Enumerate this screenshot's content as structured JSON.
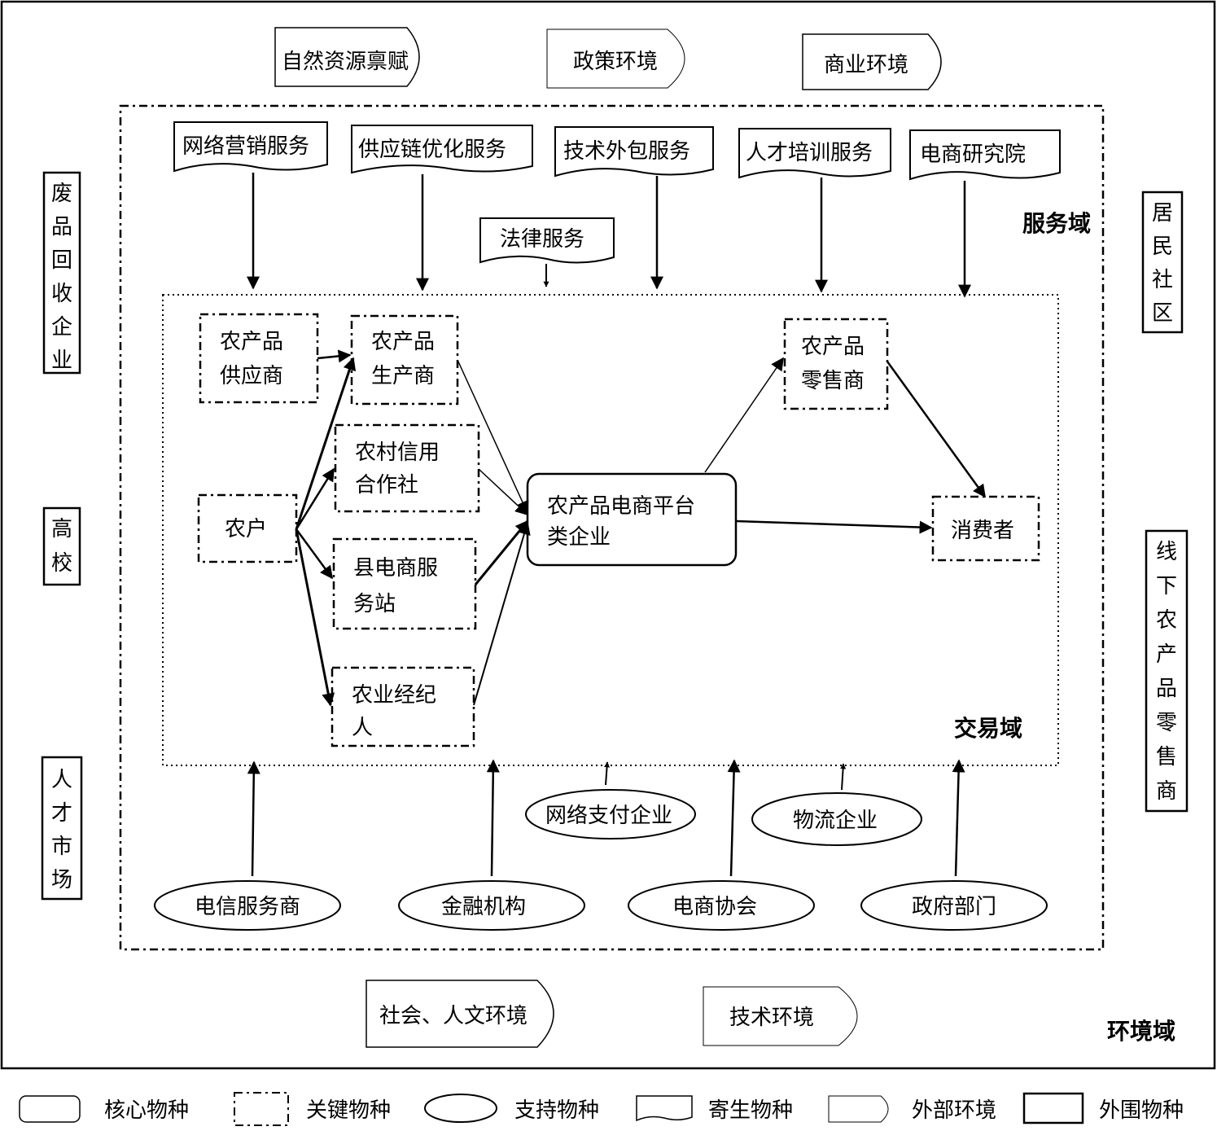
{
  "environment": {
    "natural": "自然资源禀赋",
    "policy": "政策环境",
    "business": "商业环境",
    "social": "社会、人文环境",
    "tech": "技术环境"
  },
  "domains": {
    "environment": "环境域",
    "service": "服务域",
    "transaction": "交易域"
  },
  "peripheral": {
    "waste": "废品回收企业",
    "university": "高校",
    "talent_market": "人才市场",
    "community": "居民社区",
    "offline_retailer": "线下农产品零售商"
  },
  "services": {
    "marketing": "网络营销服务",
    "supply_chain": "供应链优化服务",
    "outsourcing": "技术外包服务",
    "training": "人才培训服务",
    "institute": "电商研究院",
    "legal": "法律服务"
  },
  "transaction_nodes": {
    "supplier": [
      "农产品",
      "供应商"
    ],
    "producer": [
      "农产品",
      "生产商"
    ],
    "credit_coop": [
      "农村信用",
      "合作社"
    ],
    "county_station": [
      "县电商服",
      "务站"
    ],
    "broker": [
      "农业经纪",
      "人"
    ],
    "farmer": "农户",
    "platform": [
      "农产品电商平台",
      "类企业"
    ],
    "retailer": [
      "农产品",
      "零售商"
    ],
    "consumer": "消费者"
  },
  "support": {
    "telecom": "电信服务商",
    "finance": "金融机构",
    "ecommerce_assoc": "电商协会",
    "government": "政府部门",
    "payment": "网络支付企业",
    "logistics": "物流企业"
  },
  "legend": {
    "core": "核心物种",
    "key": "关键物种",
    "support": "支持物种",
    "parasitic": "寄生物种",
    "external": "外部环境",
    "peripheral": "外围物种"
  }
}
